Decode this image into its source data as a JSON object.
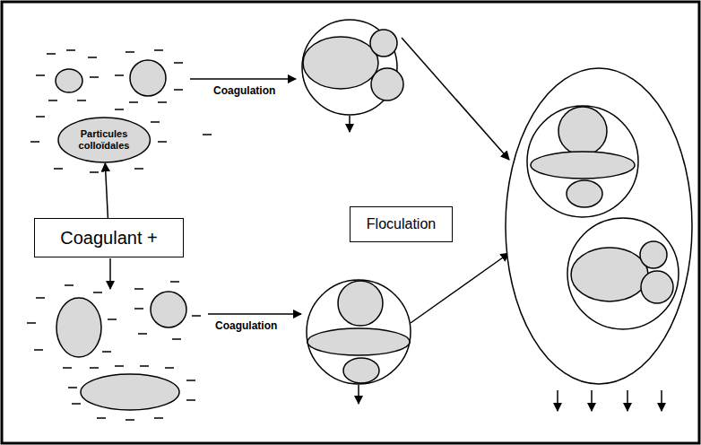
{
  "diagram": {
    "nodes": [
      {
        "text": [
          "Particules colloïdales"
        ]
      },
      {
        "text": [
          "Coagulant +"
        ]
      },
      {
        "text": [
          "Floculation"
        ]
      }
    ],
    "edges": [
      {
        "from": 1,
        "to": 0,
        "arrow": "to"
      }
    ],
    "labels": [
      "Coagulation",
      "Coagulation"
    ]
  }
}
